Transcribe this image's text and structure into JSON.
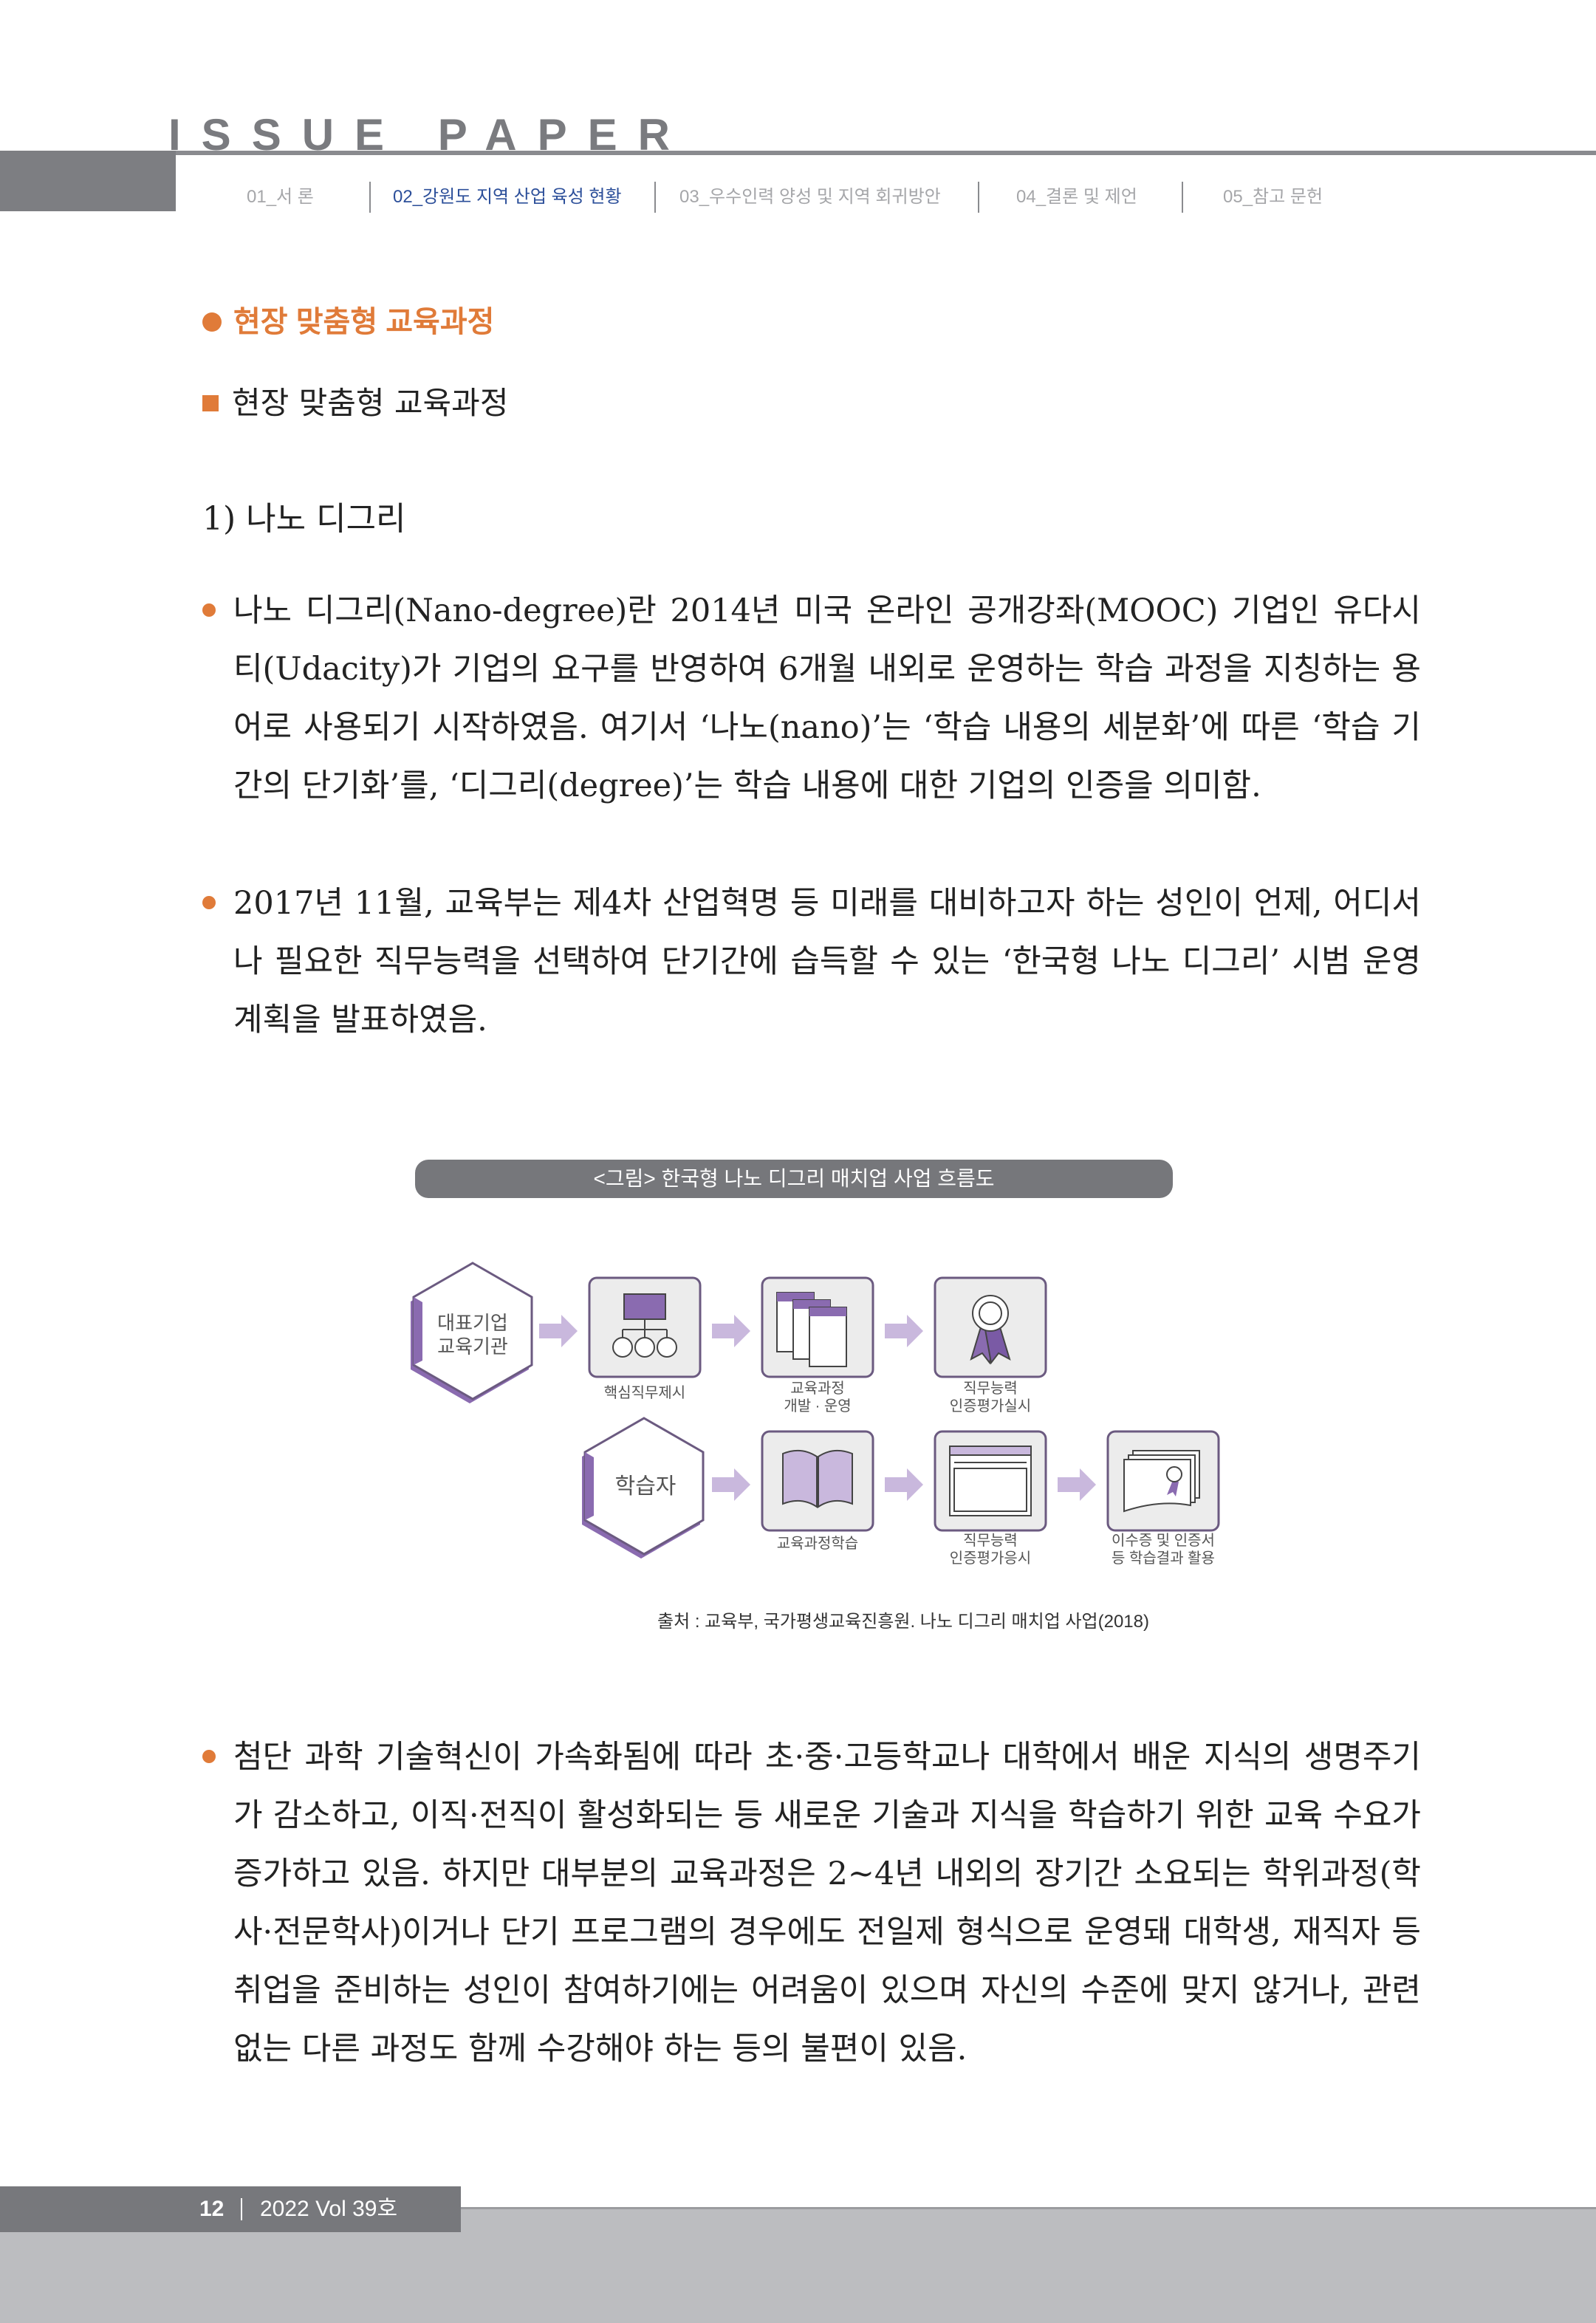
{
  "header": {
    "brand": "ISSUE PAPER",
    "nav": [
      {
        "label": "01_서 론",
        "active": false
      },
      {
        "label": "02_강원도 지역 산업 육성 현황",
        "active": true
      },
      {
        "label": "03_우수인력 양성 및 지역 회귀방안",
        "active": false
      },
      {
        "label": "04_결론 및 제언",
        "active": false
      },
      {
        "label": "05_참고 문헌",
        "active": false
      }
    ]
  },
  "content": {
    "section_title": "현장 맞춤형 교육과정",
    "subsection_title": "현장 맞춤형 교육과정",
    "numbered_title": "1) 나노 디그리",
    "paragraphs": [
      "나노 디그리(Nano-degree)란 2014년 미국 온라인 공개강좌(MOOC) 기업인 유다시티(Udacity)가 기업의 요구를 반영하여 6개월 내외로 운영하는 학습 과정을 지칭하는 용어로 사용되기 시작하였음. 여기서 ‘나노(nano)’는 ‘학습 내용의 세분화’에 따른 ‘학습 기간의 단기화’를, ‘디그리(degree)’는 학습 내용에 대한 기업의 인증을 의미함.",
      "2017년 11월, 교육부는 제4차 산업혁명 등 미래를 대비하고자 하는 성인이 언제, 어디서나 필요한 직무능력을 선택하여 단기간에 습득할 수 있는 ‘한국형 나노 디그리’ 시범 운영 계획을 발표하였음.",
      "첨단 과학 기술혁신이 가속화됨에 따라 초·중·고등학교나 대학에서 배운 지식의 생명주기가 감소하고, 이직·전직이 활성화되는 등 새로운 기술과 지식을 학습하기 위한 교육 수요가 증가하고 있음. 하지만 대부분의 교육과정은 2~4년 내외의 장기간 소요되는 학위과정(학사·전문학사)이거나 단기 프로그램의 경우에도 전일제 형식으로 운영돼 대학생, 재직자 등 취업을 준비하는 성인이 참여하기에는 어려움이 있으며 자신의 수준에 맞지 않거나, 관련 없는 다른 과정도 함께 수강해야 하는 등의 불편이 있음."
    ]
  },
  "figure": {
    "caption": "<그림> 한국형 나노 디그리 매치업 사업 흐름도",
    "row1": {
      "actor": [
        "대표기업",
        "교육기관"
      ],
      "steps": [
        {
          "lines": [
            "핵심직무제시"
          ],
          "icon": "org-chart-icon"
        },
        {
          "lines": [
            "교육과정",
            "개발 · 운영"
          ],
          "icon": "documents-icon"
        },
        {
          "lines": [
            "직무능력",
            "인증평가실시"
          ],
          "icon": "award-ribbon-icon"
        }
      ]
    },
    "row2": {
      "actor": [
        "학습자"
      ],
      "steps": [
        {
          "lines": [
            "교육과정학습"
          ],
          "icon": "open-book-icon"
        },
        {
          "lines": [
            "직무능력",
            "인증평가응시"
          ],
          "icon": "browser-window-icon"
        },
        {
          "lines": [
            "이수증 및 인증서",
            "등 학습결과 활용"
          ],
          "icon": "certificate-icon"
        }
      ]
    },
    "source": "출처 : 교육부, 국가평생교육진흥원. 나노 디그리 매치업 사업(2018)",
    "colors": {
      "purple": "#8a6bb0",
      "light_purple": "#c9b8dd",
      "box": "#ececec"
    }
  },
  "footer": {
    "page": "12",
    "volume": "2022 Vol 39호"
  }
}
